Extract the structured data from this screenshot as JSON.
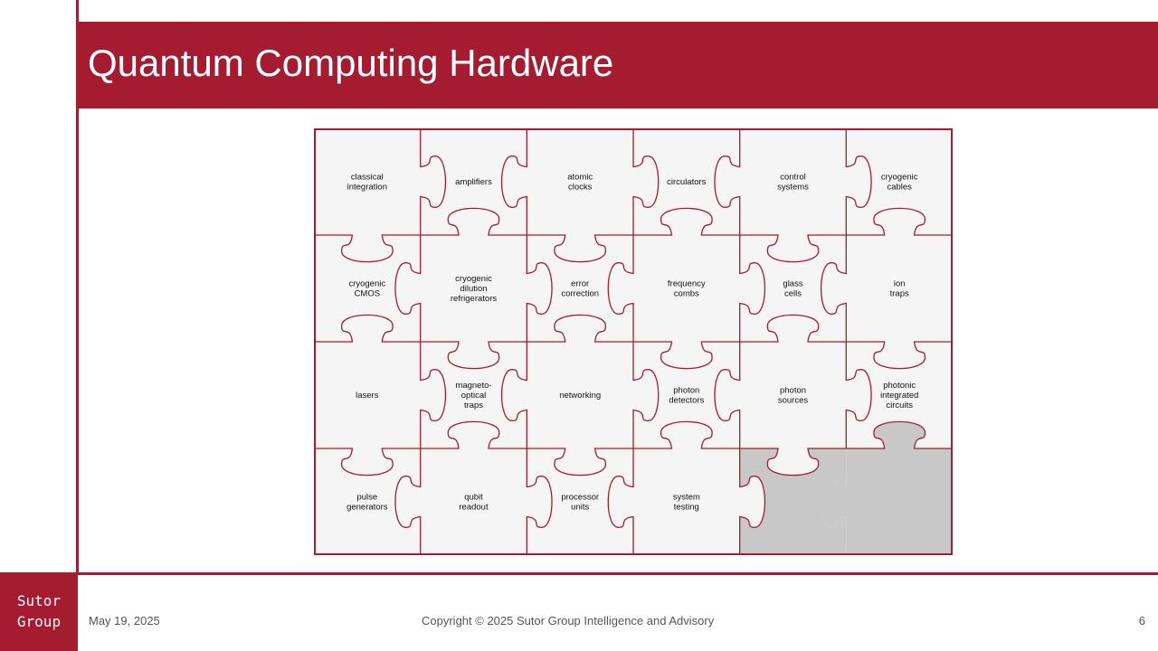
{
  "slide": {
    "title": "Quantum Computing Hardware",
    "page_number": "6"
  },
  "footer": {
    "date": "May 19, 2025",
    "copyright": "Copyright © 2025 Sutor Group Intelligence and Advisory"
  },
  "logo": {
    "line1": "Sutor",
    "line2": "Group"
  },
  "colors": {
    "brand_red": "#a51c30",
    "piece_fill": "#f5f5f5",
    "missing_piece_fill": "#c8c8c8"
  },
  "puzzle": {
    "rows": 4,
    "columns": 6,
    "missing_pieces": [
      [
        3,
        4
      ],
      [
        3,
        5
      ]
    ],
    "pieces": [
      [
        "classical\nintegration",
        "amplifiers",
        "atomic\nclocks",
        "circulators",
        "control\nsystems",
        "cryogenic\ncables"
      ],
      [
        "cryogenic\nCMOS",
        "cryogenic\ndilution\nrefrigerators",
        "error\ncorrection",
        "frequency\ncombs",
        "glass\ncells",
        "ion\ntraps"
      ],
      [
        "lasers",
        "magneto-\noptical\ntraps",
        "networking",
        "photon\ndetectors",
        "photon\nsources",
        "photonic\nintegrated\ncircuits"
      ],
      [
        "pulse\ngenerators",
        "qubit\nreadout",
        "processor\nunits",
        "system\ntesting",
        "",
        ""
      ]
    ]
  }
}
